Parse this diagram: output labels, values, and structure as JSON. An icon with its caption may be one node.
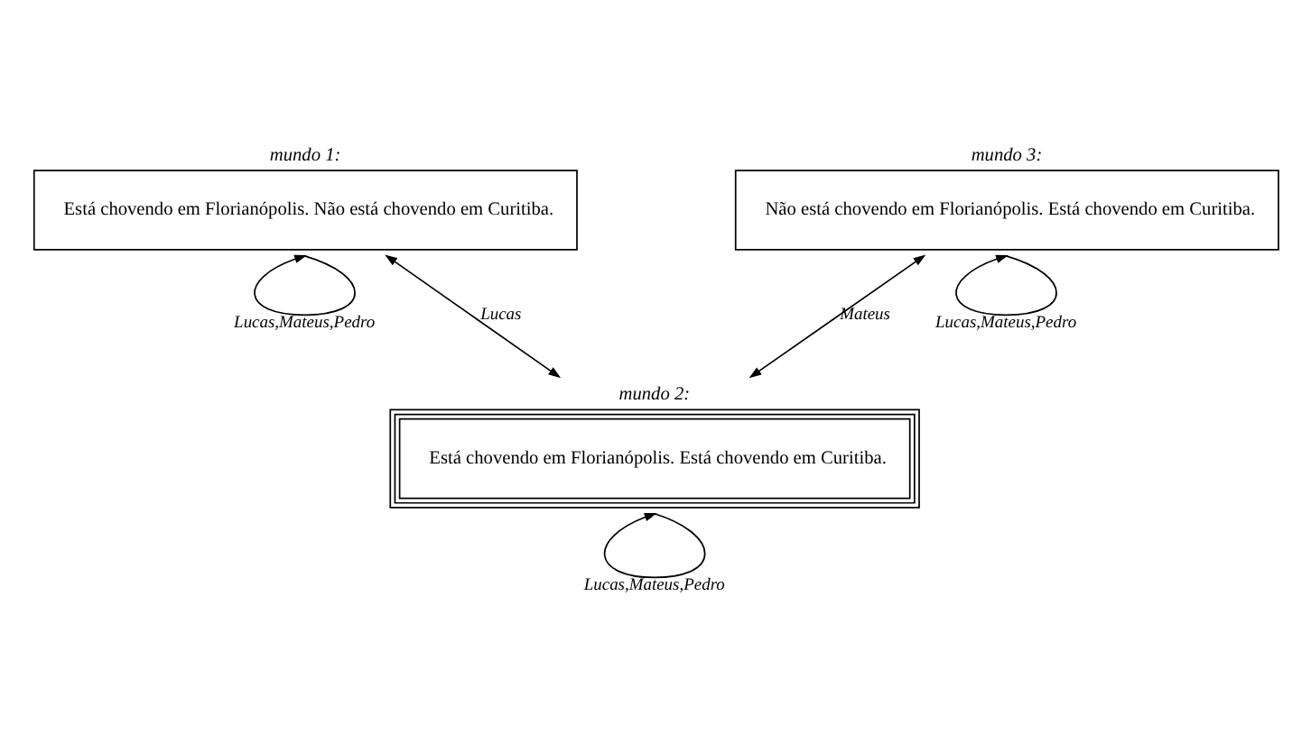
{
  "diagram": {
    "nodes": [
      {
        "text": [
          "mundo 1:",
          "Está chovendo em Florianópolis. Não está chovendo em Curitiba."
        ]
      },
      {
        "text": [
          "mundo 3:",
          "Não está chovendo em Florianópolis. Está chovendo em Curitiba."
        ]
      },
      {
        "text": [
          "mundo 2:",
          "Está chovendo em Florianópolis. Está chovendo em Curitiba."
        ]
      }
    ],
    "edges": [
      {
        "from": 0,
        "to": 0,
        "arrow": "to",
        "label": "Lucas,Mateus,Pedro"
      },
      {
        "from": 0,
        "to": 2,
        "arrow": "both",
        "label": "Lucas"
      },
      {
        "from": 1,
        "to": 2,
        "arrow": "both",
        "label": "Mateus"
      },
      {
        "from": 1,
        "to": 1,
        "arrow": "to",
        "label": "Lucas,Mateus,Pedro"
      },
      {
        "from": 2,
        "to": 2,
        "arrow": "to",
        "label": "Lucas,Mateus,Pedro"
      }
    ]
  }
}
